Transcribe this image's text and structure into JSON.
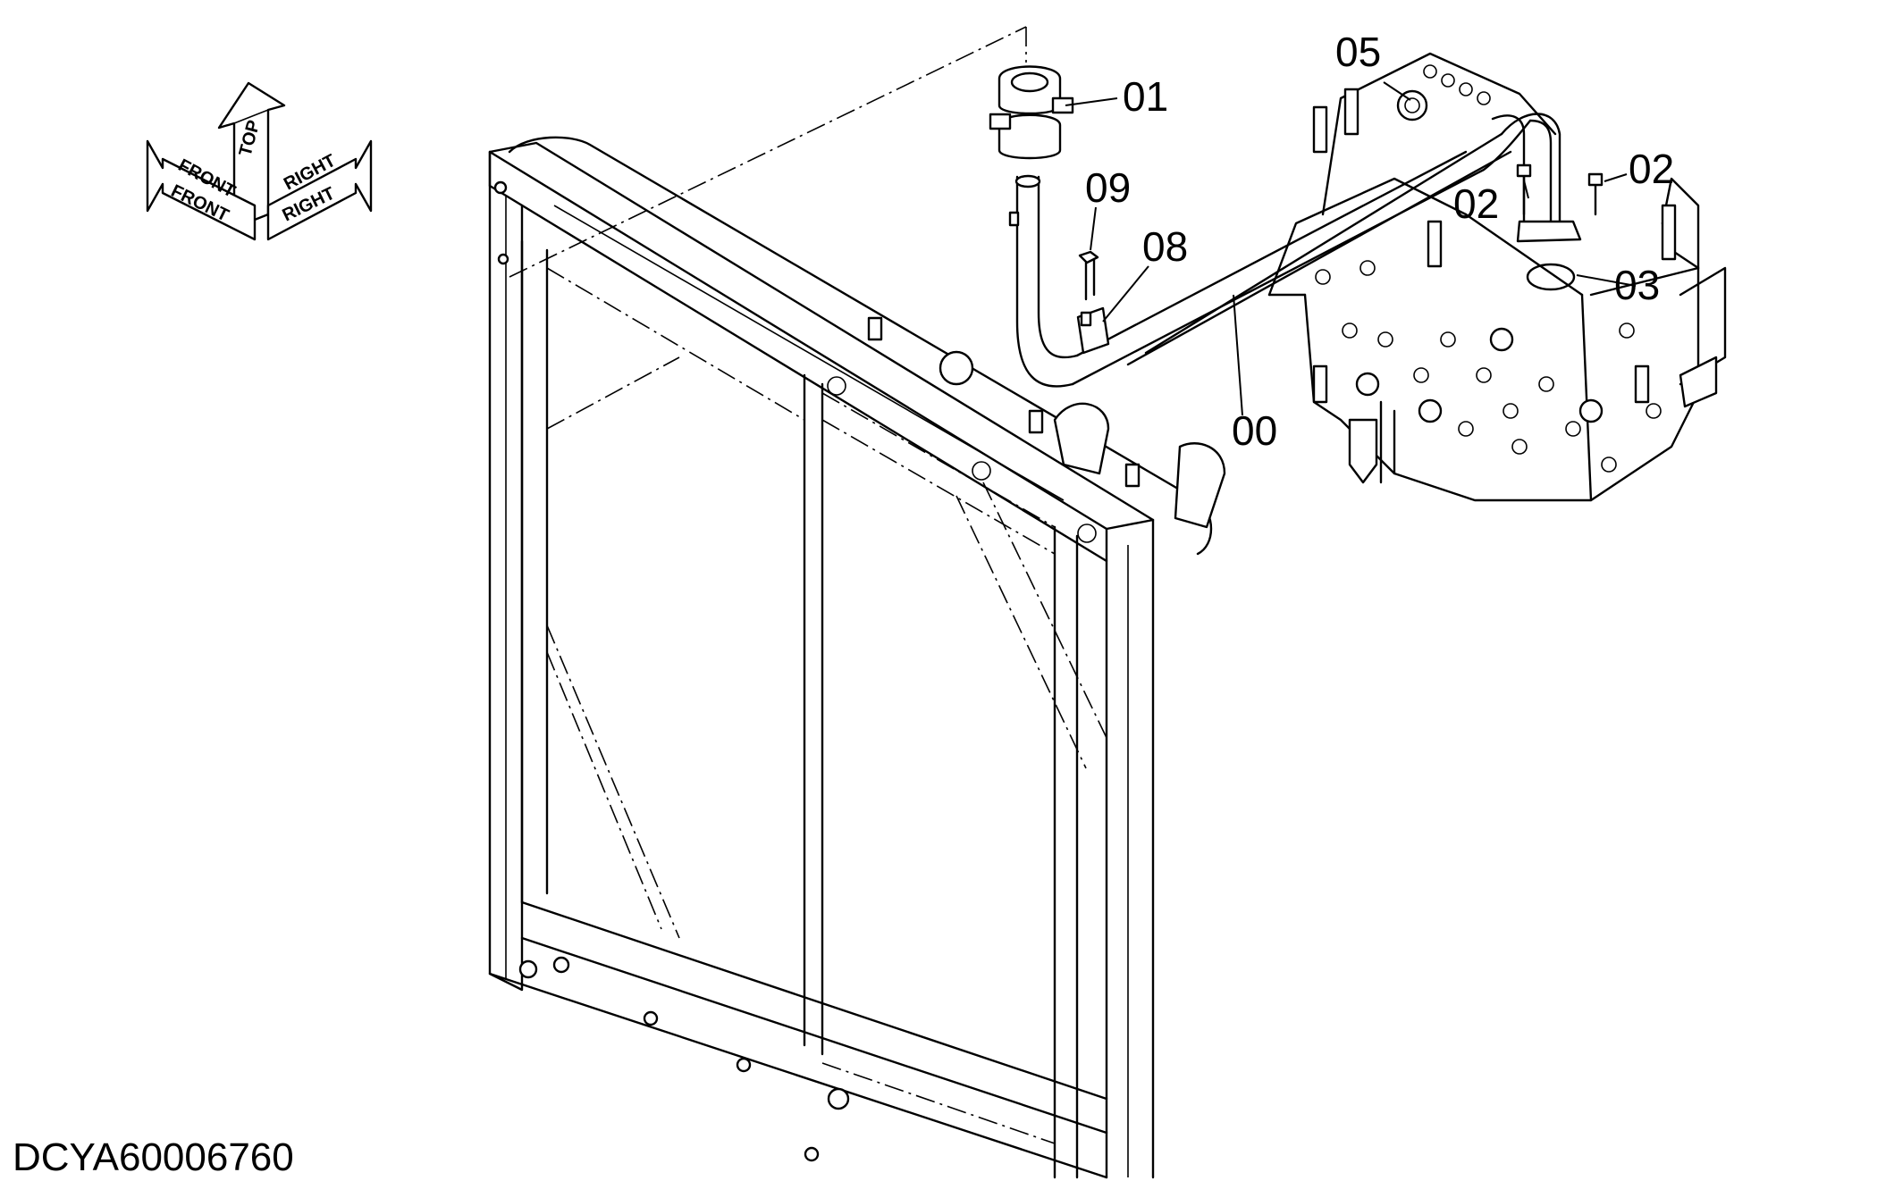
{
  "drawing_id": "DCYA60006760",
  "orientation_arrows": {
    "top": "TOP",
    "front": "FRONT",
    "right": "RIGHT"
  },
  "callouts": [
    {
      "id": "01"
    },
    {
      "id": "05"
    },
    {
      "id": "09"
    },
    {
      "id": "08"
    },
    {
      "id": "02"
    },
    {
      "id": "02"
    },
    {
      "id": "03"
    },
    {
      "id": "00"
    }
  ]
}
